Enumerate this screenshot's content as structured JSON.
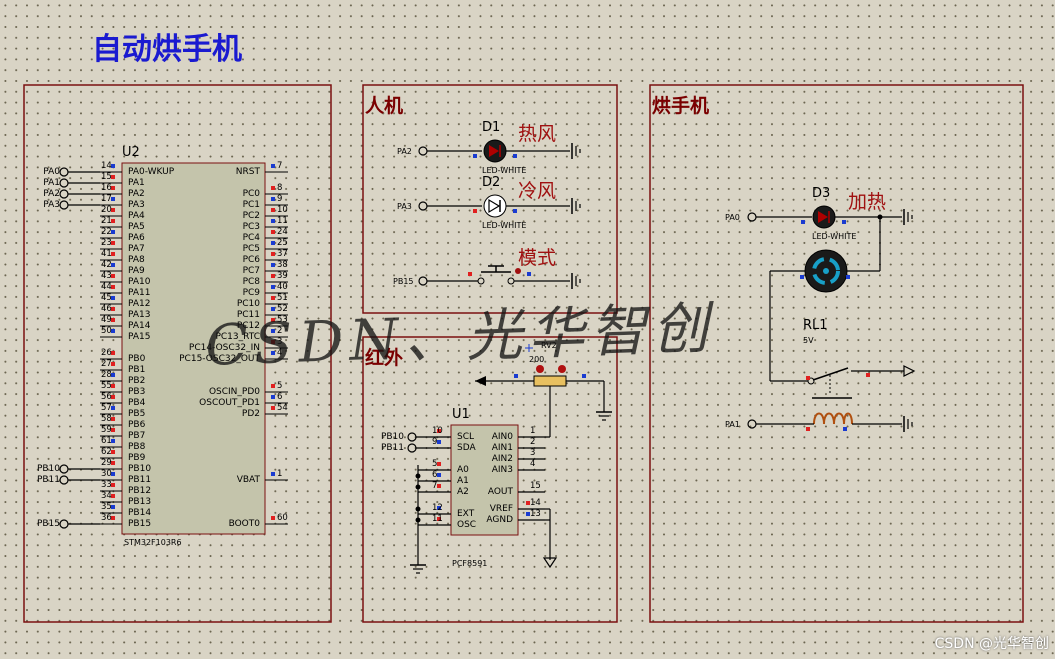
{
  "title": "自动烘手机",
  "sections": {
    "human": "人机",
    "dryer": "烘手机",
    "infrared": "红外"
  },
  "mcu": {
    "ref": "U2",
    "part": "STM32F103R6",
    "left_pins": [
      {
        "num": "14",
        "name": "PA0-WKUP",
        "net": "PA0"
      },
      {
        "num": "15",
        "name": "PA1",
        "net": "PA1"
      },
      {
        "num": "16",
        "name": "PA2",
        "net": "PA2"
      },
      {
        "num": "17",
        "name": "PA3",
        "net": "PA3"
      },
      {
        "num": "20",
        "name": "PA4",
        "net": ""
      },
      {
        "num": "21",
        "name": "PA5",
        "net": ""
      },
      {
        "num": "22",
        "name": "PA6",
        "net": ""
      },
      {
        "num": "23",
        "name": "PA7",
        "net": ""
      },
      {
        "num": "41",
        "name": "PA8",
        "net": ""
      },
      {
        "num": "42",
        "name": "PA9",
        "net": ""
      },
      {
        "num": "43",
        "name": "PA10",
        "net": ""
      },
      {
        "num": "44",
        "name": "PA11",
        "net": ""
      },
      {
        "num": "45",
        "name": "PA12",
        "net": ""
      },
      {
        "num": "46",
        "name": "PA13",
        "net": ""
      },
      {
        "num": "49",
        "name": "PA14",
        "net": ""
      },
      {
        "num": "50",
        "name": "PA15",
        "net": ""
      },
      {
        "num": "26",
        "name": "PB0",
        "net": ""
      },
      {
        "num": "27",
        "name": "PB1",
        "net": ""
      },
      {
        "num": "28",
        "name": "PB2",
        "net": ""
      },
      {
        "num": "55",
        "name": "PB3",
        "net": ""
      },
      {
        "num": "56",
        "name": "PB4",
        "net": ""
      },
      {
        "num": "57",
        "name": "PB5",
        "net": ""
      },
      {
        "num": "58",
        "name": "PB6",
        "net": ""
      },
      {
        "num": "59",
        "name": "PB7",
        "net": ""
      },
      {
        "num": "61",
        "name": "PB8",
        "net": ""
      },
      {
        "num": "62",
        "name": "PB9",
        "net": ""
      },
      {
        "num": "29",
        "name": "PB10",
        "net": "PB10"
      },
      {
        "num": "30",
        "name": "PB11",
        "net": "PB11"
      },
      {
        "num": "33",
        "name": "PB12",
        "net": ""
      },
      {
        "num": "34",
        "name": "PB13",
        "net": ""
      },
      {
        "num": "35",
        "name": "PB14",
        "net": ""
      },
      {
        "num": "36",
        "name": "PB15",
        "net": "PB15"
      }
    ],
    "right_pins": [
      {
        "num": "7",
        "name": "NRST"
      },
      {
        "num": "8",
        "name": "PC0"
      },
      {
        "num": "9",
        "name": "PC1"
      },
      {
        "num": "10",
        "name": "PC2"
      },
      {
        "num": "11",
        "name": "PC3"
      },
      {
        "num": "24",
        "name": "PC4"
      },
      {
        "num": "25",
        "name": "PC5"
      },
      {
        "num": "37",
        "name": "PC6"
      },
      {
        "num": "38",
        "name": "PC7"
      },
      {
        "num": "39",
        "name": "PC8"
      },
      {
        "num": "40",
        "name": "PC9"
      },
      {
        "num": "51",
        "name": "PC10"
      },
      {
        "num": "52",
        "name": "PC11"
      },
      {
        "num": "53",
        "name": "PC12"
      },
      {
        "num": "2",
        "name": "PC13_RTC"
      },
      {
        "num": "3",
        "name": "PC14-OSC32_IN"
      },
      {
        "num": "4",
        "name": "PC15-OSC32_OUT"
      },
      {
        "num": "5",
        "name": "OSCIN_PD0"
      },
      {
        "num": "6",
        "name": "OSCOUT_PD1"
      },
      {
        "num": "54",
        "name": "PD2"
      },
      {
        "num": "1",
        "name": "VBAT"
      },
      {
        "num": "60",
        "name": "BOOT0"
      }
    ]
  },
  "human_section": {
    "d1": {
      "ref": "D1",
      "type": "LED-WHITE",
      "net": "PA2",
      "label": "热风"
    },
    "d2": {
      "ref": "D2",
      "type": "LED-WHITE",
      "net": "PA3",
      "label": "冷风"
    },
    "button": {
      "net": "PB15",
      "label": "模式"
    }
  },
  "infrared_section": {
    "rv": {
      "ref": "RV2",
      "value": "200"
    },
    "adc": {
      "ref": "U1",
      "part": "PCF8591",
      "left_pins": [
        {
          "num": "10",
          "name": "SCL",
          "net": "PB10"
        },
        {
          "num": "9",
          "name": "SDA",
          "net": "PB11"
        },
        {
          "num": "5",
          "name": "A0",
          "net": ""
        },
        {
          "num": "6",
          "name": "A1",
          "net": ""
        },
        {
          "num": "7",
          "name": "A2",
          "net": ""
        },
        {
          "num": "12",
          "name": "EXT",
          "net": ""
        },
        {
          "num": "11",
          "name": "OSC",
          "net": ""
        }
      ],
      "right_pins": [
        {
          "num": "1",
          "name": "AIN0"
        },
        {
          "num": "2",
          "name": "AIN1"
        },
        {
          "num": "3",
          "name": "AIN2"
        },
        {
          "num": "4",
          "name": "AIN3"
        },
        {
          "num": "15",
          "name": "AOUT"
        },
        {
          "num": "14",
          "name": "VREF"
        },
        {
          "num": "13",
          "name": "AGND"
        }
      ]
    }
  },
  "dryer_section": {
    "d3": {
      "ref": "D3",
      "type": "LED-WHITE",
      "net": "PA0",
      "label": "加热"
    },
    "relay": {
      "ref": "RL1",
      "value": "5V",
      "net": "PA1"
    }
  },
  "watermark": "CSDN、光华智创",
  "credit": "CSDN @光华智创"
}
